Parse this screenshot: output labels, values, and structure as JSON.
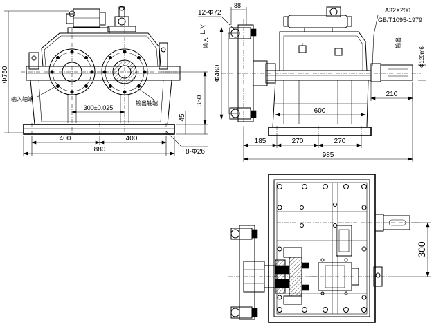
{
  "dimensions": {
    "front_height": "Φ750",
    "front_center_distance": "300±0.025",
    "front_base_height": "45",
    "front_center_height": "350",
    "front_foot_left": "400",
    "front_foot_right": "400",
    "front_total_width": "880",
    "foot_bolt_holes": "8-Φ26",
    "side_flange_holes": "12-Φ72",
    "side_flange_thickness": "88",
    "side_flange_diameter": "Φ460",
    "side_shaft_spec": "A32X200",
    "side_standard": "GB/T1095-1979",
    "side_shaft_diameter": "Φ120m6",
    "side_shaft_extension": "210",
    "side_box_length": "600",
    "side_bottom_seg1": "185",
    "side_bottom_seg2": "270",
    "side_bottom_seg3": "270",
    "side_total_length": "985",
    "plan_center_distance": "300"
  },
  "annotations": {
    "front_left_label": "输入轴端",
    "front_right_label": "输出轴端",
    "side_top_left_label": "入口",
    "side_left_label": "输入",
    "side_right_label": "输出"
  },
  "colors": {
    "line": "#000000",
    "background": "#ffffff"
  }
}
